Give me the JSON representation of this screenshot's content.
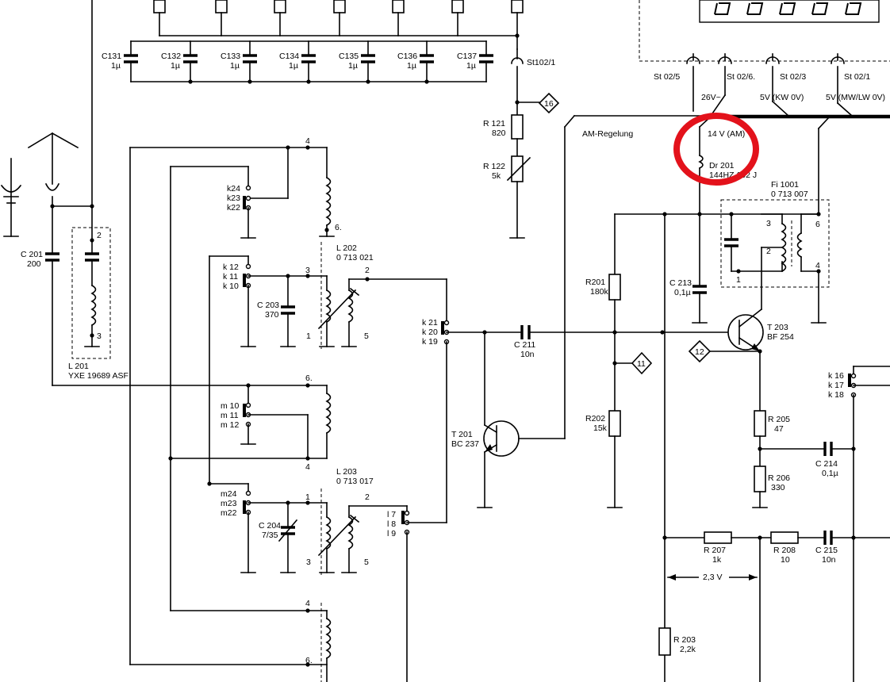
{
  "capacitors_top": [
    {
      "name": "C131",
      "value": "1µ"
    },
    {
      "name": "C132",
      "value": "1µ"
    },
    {
      "name": "C133",
      "value": "1µ"
    },
    {
      "name": "C134",
      "value": "1µ"
    },
    {
      "name": "C135",
      "value": "1µ"
    },
    {
      "name": "C136",
      "value": "1µ"
    },
    {
      "name": "C137",
      "value": "1µ"
    }
  ],
  "connectors": {
    "st102_1": "St102/1",
    "st02_5": "St 02/5",
    "st02_6": "St 02/6.",
    "st02_3": "St 02/3",
    "st02_1": "St 02/1"
  },
  "rails": {
    "v26": "26V~",
    "v5_kw": "5V (KW 0V)",
    "v5_mw": "5V (MW/LW 0V)",
    "v14": "14 V (AM)"
  },
  "am_regelung": "AM-Regelung",
  "test_points": [
    "16",
    "11",
    "12"
  ],
  "components": {
    "r121": {
      "name": "R 121",
      "value": "820"
    },
    "r122": {
      "name": "R 122",
      "value": "5k"
    },
    "dr201": {
      "name": "Dr 201",
      "value": "144HZ 102 J"
    },
    "fi1001": {
      "name": "Fi 1001",
      "value": "0 713 007"
    },
    "c201": {
      "name": "C 201",
      "value": "200"
    },
    "l201": {
      "name": "L 201",
      "value": "YXE 19689 ASF"
    },
    "l202": {
      "name": "L 202",
      "value": "0 713 021"
    },
    "c203": {
      "name": "C 203",
      "value": "370"
    },
    "l203": {
      "name": "L 203",
      "value": "0 713 017"
    },
    "c204": {
      "name": "C 204",
      "value": "7/35"
    },
    "c211": {
      "name": "C 211",
      "value": "10n"
    },
    "r201": {
      "name": "R201",
      "value": "180k"
    },
    "r202": {
      "name": "R202",
      "value": "15k"
    },
    "c213": {
      "name": "C 213",
      "value": "0,1µ"
    },
    "t201": {
      "name": "T 201",
      "value": "BC 237"
    },
    "t203": {
      "name": "T 203",
      "value": "BF 254"
    },
    "r205": {
      "name": "R 205",
      "value": "47"
    },
    "r206": {
      "name": "R 206",
      "value": "330"
    },
    "c214": {
      "name": "C 214",
      "value": "0,1µ"
    },
    "r207": {
      "name": "R 207",
      "value": "1k"
    },
    "r208": {
      "name": "R 208",
      "value": "10"
    },
    "c215": {
      "name": "C 215",
      "value": "10n"
    },
    "r203": {
      "name": "R 203",
      "value": "2,2k"
    }
  },
  "voltage_marker": "2,3 V",
  "switch_contacts": {
    "k_upper": [
      "k24",
      "k23",
      "k22"
    ],
    "k_mid": [
      "k 12",
      "k 11",
      "k 10"
    ],
    "k_input": [
      "k 21",
      "k 20",
      "k 19"
    ],
    "m_upper": [
      "m 10",
      "m 11",
      "m 12"
    ],
    "m_lower": [
      "m24",
      "m23",
      "m22"
    ],
    "l_contacts": [
      "l 7",
      "l 8",
      "l 9"
    ],
    "k_right": [
      "k 16",
      "k 17",
      "k 18"
    ]
  },
  "pins": {
    "l202": [
      "4",
      "6.",
      "3",
      "2",
      "1",
      "5"
    ],
    "l203": [
      "6.",
      "4",
      "1",
      "2",
      "3",
      "5"
    ],
    "l204": [
      "4",
      "6."
    ],
    "l201": [
      "2",
      "3"
    ],
    "fi1001": [
      "3",
      "2",
      "1",
      "6",
      "4"
    ]
  }
}
